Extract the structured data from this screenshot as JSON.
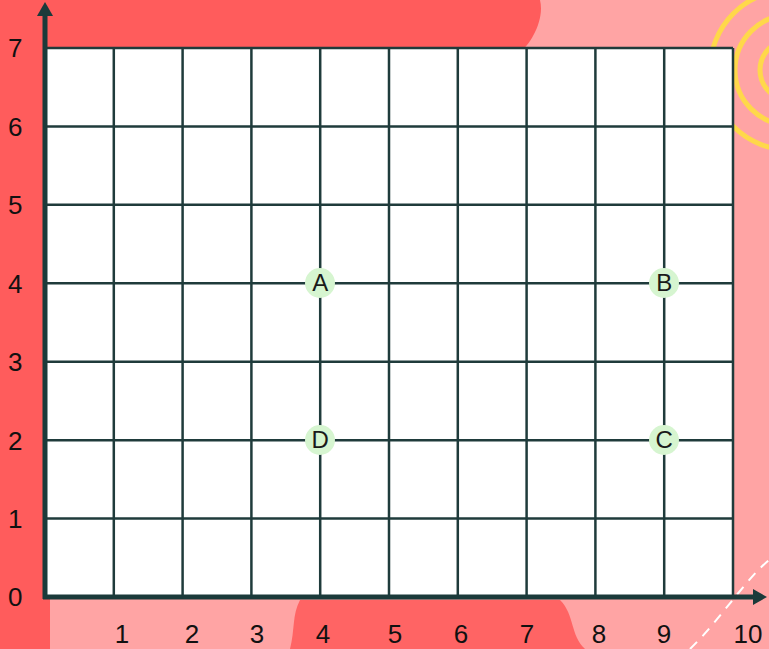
{
  "diagram": {
    "nodes": [
      {
        "text": [
          "A"
        ]
      },
      {
        "text": [
          "B"
        ]
      },
      {
        "text": [
          "D"
        ]
      },
      {
        "text": [
          "C"
        ]
      }
    ],
    "labels": [
      "7",
      "6",
      "5",
      "4",
      "3",
      "2",
      "1",
      "0",
      "1",
      "2",
      "3",
      "4",
      "5",
      "6",
      "7",
      "8",
      "9",
      "10"
    ]
  }
}
